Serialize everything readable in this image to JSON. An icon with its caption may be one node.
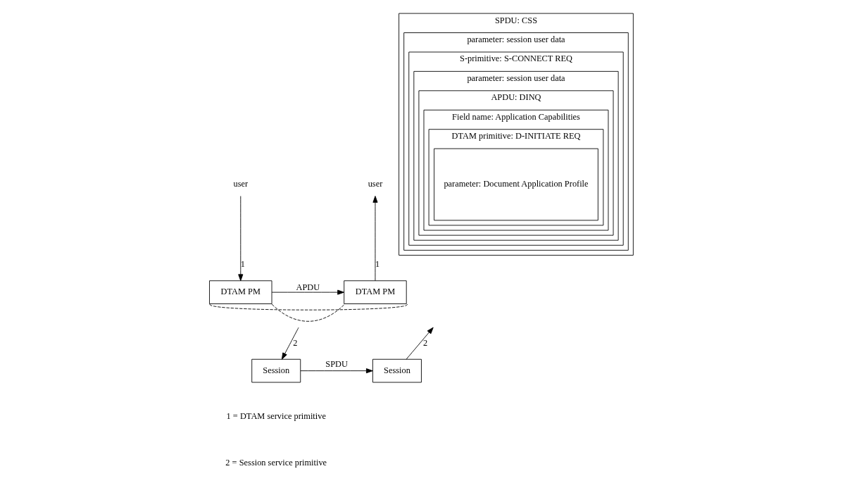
{
  "diagram": {
    "nodes": [
      {
        "text": [
          "user"
        ]
      },
      {
        "text": [
          "user"
        ]
      },
      {
        "text": [
          "DTAM PM"
        ]
      },
      {
        "text": [
          "DTAM PM"
        ]
      },
      {
        "text": [
          "Session"
        ]
      },
      {
        "text": [
          "Session"
        ]
      },
      {
        "text": [
          "SPDU: CSS"
        ]
      },
      {
        "text": [
          "parameter: session user data"
        ],
        "in": 6
      },
      {
        "text": [
          "S-primitive: S-CONNECT REQ"
        ],
        "in": 7
      },
      {
        "text": [
          "parameter: session user data"
        ],
        "in": 8
      },
      {
        "text": [
          "APDU: DINQ"
        ],
        "in": 9
      },
      {
        "text": [
          "Field name: Application Capabilities"
        ],
        "in": 10
      },
      {
        "text": [
          "DTAM primitive: D-INITIATE REQ"
        ],
        "in": 11
      },
      {
        "text": [
          "parameter: Document Application Profile"
        ],
        "in": 12
      }
    ],
    "edges": [
      {
        "from": 0,
        "to": 2,
        "arrow": "to",
        "label": "1"
      },
      {
        "from": 3,
        "to": 1,
        "arrow": "to",
        "label": "1"
      },
      {
        "from": 2,
        "to": 3,
        "arrow": "to",
        "label": "APDU"
      },
      {
        "from": null,
        "to": 4,
        "arrow": "to",
        "label": "2"
      },
      {
        "from": 5,
        "to": null,
        "arrow": "to",
        "label": "2"
      },
      {
        "from": 4,
        "to": 5,
        "arrow": "to",
        "label": "SPDU"
      },
      {
        "from": 2,
        "to": 3,
        "arrow": "none",
        "style": "dashed"
      },
      {
        "from": 2,
        "to": 3,
        "arrow": "none",
        "style": "dashed"
      }
    ],
    "labels": [
      "1 = DTAM service primitive",
      "2 = Session service primitive"
    ]
  }
}
